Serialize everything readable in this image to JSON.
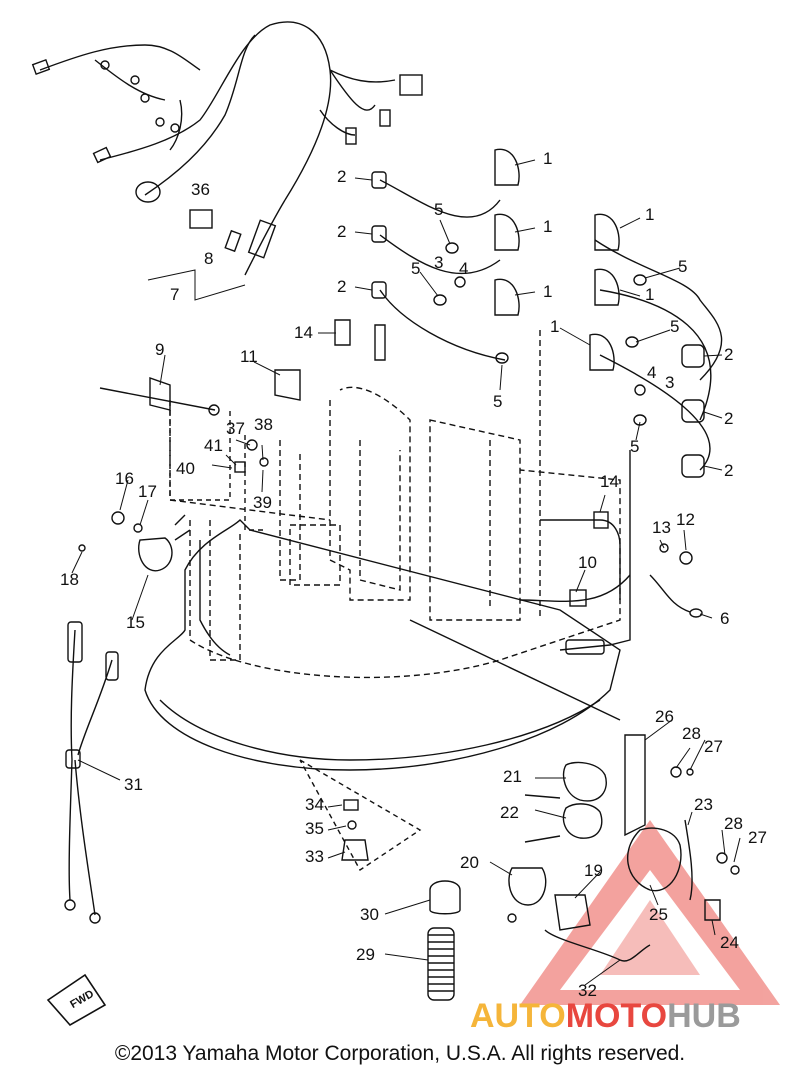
{
  "callouts": [
    {
      "id": "c1a",
      "text": "1"
    },
    {
      "id": "c1b",
      "text": "1"
    },
    {
      "id": "c1c",
      "text": "1"
    },
    {
      "id": "c1d",
      "text": "1"
    },
    {
      "id": "c1e",
      "text": "1"
    },
    {
      "id": "c1f",
      "text": "1"
    },
    {
      "id": "c2a",
      "text": "2"
    },
    {
      "id": "c2b",
      "text": "2"
    },
    {
      "id": "c2c",
      "text": "2"
    },
    {
      "id": "c2d",
      "text": "2"
    },
    {
      "id": "c2e",
      "text": "2"
    },
    {
      "id": "c2f",
      "text": "2"
    },
    {
      "id": "c3a",
      "text": "3"
    },
    {
      "id": "c3b",
      "text": "3"
    },
    {
      "id": "c4a",
      "text": "4"
    },
    {
      "id": "c4b",
      "text": "4"
    },
    {
      "id": "c5a",
      "text": "5"
    },
    {
      "id": "c5b",
      "text": "5"
    },
    {
      "id": "c5c",
      "text": "5"
    },
    {
      "id": "c5d",
      "text": "5"
    },
    {
      "id": "c5e",
      "text": "5"
    },
    {
      "id": "c5f",
      "text": "5"
    },
    {
      "id": "c6",
      "text": "6"
    },
    {
      "id": "c7",
      "text": "7"
    },
    {
      "id": "c8",
      "text": "8"
    },
    {
      "id": "c9",
      "text": "9"
    },
    {
      "id": "c10",
      "text": "10"
    },
    {
      "id": "c11",
      "text": "11"
    },
    {
      "id": "c12",
      "text": "12"
    },
    {
      "id": "c13",
      "text": "13"
    },
    {
      "id": "c14a",
      "text": "14"
    },
    {
      "id": "c14b",
      "text": "14"
    },
    {
      "id": "c15",
      "text": "15"
    },
    {
      "id": "c16",
      "text": "16"
    },
    {
      "id": "c17",
      "text": "17"
    },
    {
      "id": "c18",
      "text": "18"
    },
    {
      "id": "c19",
      "text": "19"
    },
    {
      "id": "c20",
      "text": "20"
    },
    {
      "id": "c21",
      "text": "21"
    },
    {
      "id": "c22",
      "text": "22"
    },
    {
      "id": "c23",
      "text": "23"
    },
    {
      "id": "c24",
      "text": "24"
    },
    {
      "id": "c25",
      "text": "25"
    },
    {
      "id": "c26",
      "text": "26"
    },
    {
      "id": "c27a",
      "text": "27"
    },
    {
      "id": "c27b",
      "text": "27"
    },
    {
      "id": "c28a",
      "text": "28"
    },
    {
      "id": "c28b",
      "text": "28"
    },
    {
      "id": "c29",
      "text": "29"
    },
    {
      "id": "c30",
      "text": "30"
    },
    {
      "id": "c31",
      "text": "31"
    },
    {
      "id": "c32",
      "text": "32"
    },
    {
      "id": "c33",
      "text": "33"
    },
    {
      "id": "c34",
      "text": "34"
    },
    {
      "id": "c35",
      "text": "35"
    },
    {
      "id": "c36",
      "text": "36"
    },
    {
      "id": "c37",
      "text": "37"
    },
    {
      "id": "c38",
      "text": "38"
    },
    {
      "id": "c39",
      "text": "39"
    },
    {
      "id": "c40",
      "text": "40"
    },
    {
      "id": "c41",
      "text": "41"
    }
  ],
  "fwd_label": "FWD",
  "watermark": {
    "part1": "AUTO",
    "part2": "MOTO",
    "part3": "HUB",
    "color1": "#f5b53a",
    "color2": "#e8473f",
    "color3": "#9a9a9a"
  },
  "copyright": "©2013 Yamaha Motor Corporation, U.S.A. All rights reserved."
}
